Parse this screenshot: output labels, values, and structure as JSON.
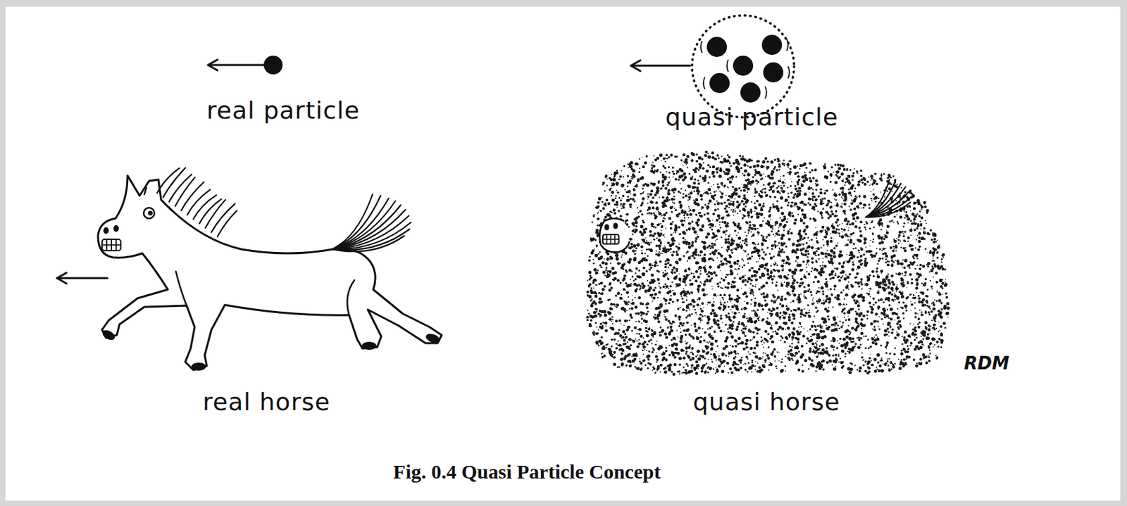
{
  "diagram": {
    "caption": "Fig. 0.4 Quasi Particle Concept",
    "labels": [
      "real particle",
      "quasi particle",
      "real horse",
      "quasi horse",
      "RDM"
    ]
  }
}
